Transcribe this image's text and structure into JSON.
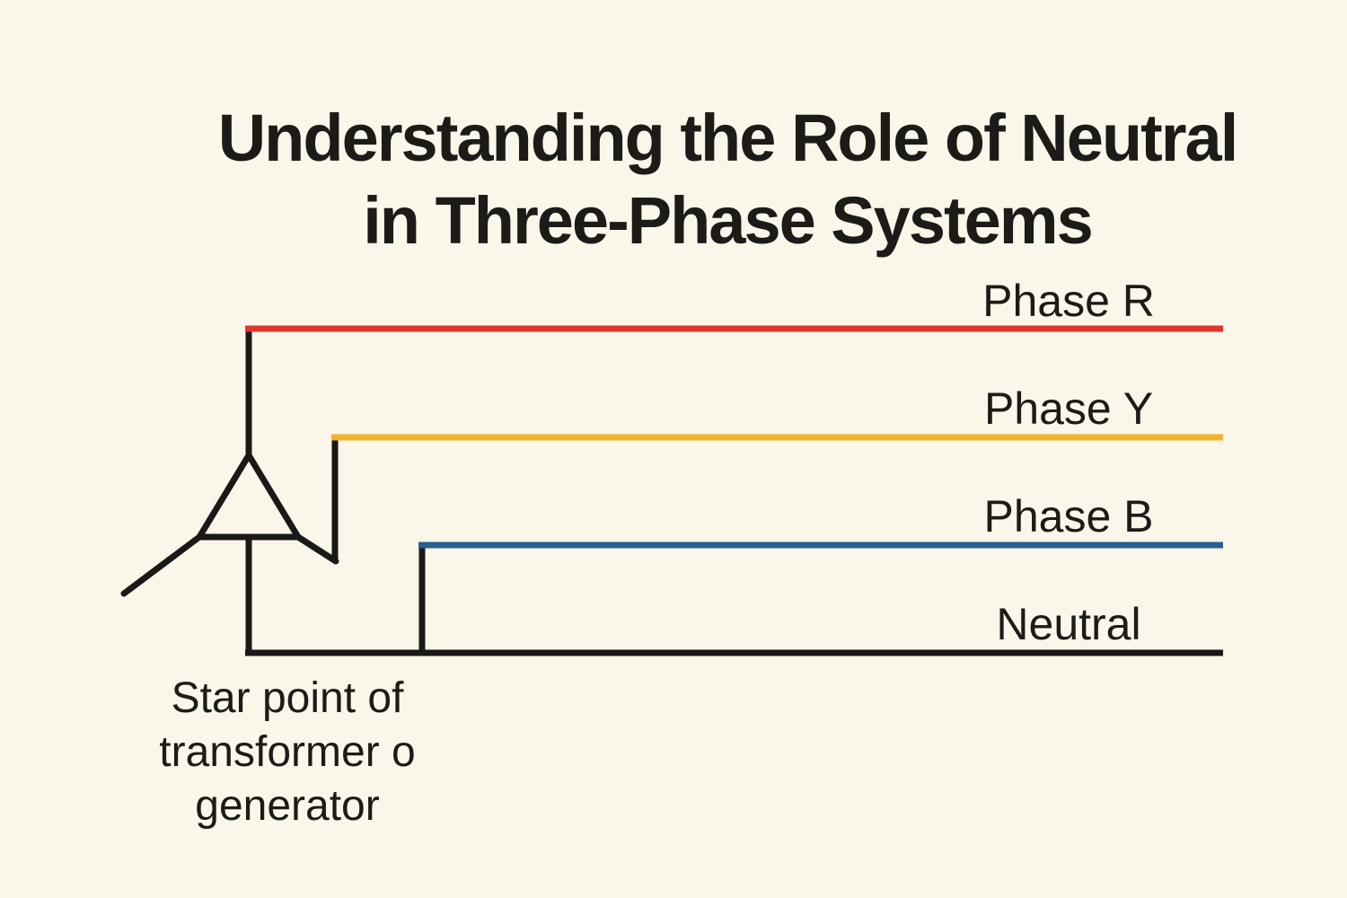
{
  "title": {
    "line1": "Understanding the Role of Neutral",
    "line2": "in Three-Phase Systems"
  },
  "conductors": {
    "phase_r": {
      "label": "Phase R",
      "color": "#e0352c"
    },
    "phase_y": {
      "label": "Phase Y",
      "color": "#f5b12f"
    },
    "phase_b": {
      "label": "Phase B",
      "color": "#2b5f90"
    },
    "neutral": {
      "label": "Neutral",
      "color": "#1b1917"
    }
  },
  "star_point": {
    "line1": "Star point of",
    "line2": "transformer o",
    "line3": "generator"
  },
  "icons": {
    "star_point_symbol": "wye-winding-with-delta-triangle"
  },
  "colors": {
    "background": "#faf7ea",
    "line": "#1b1917",
    "text": "#1d1b18"
  }
}
